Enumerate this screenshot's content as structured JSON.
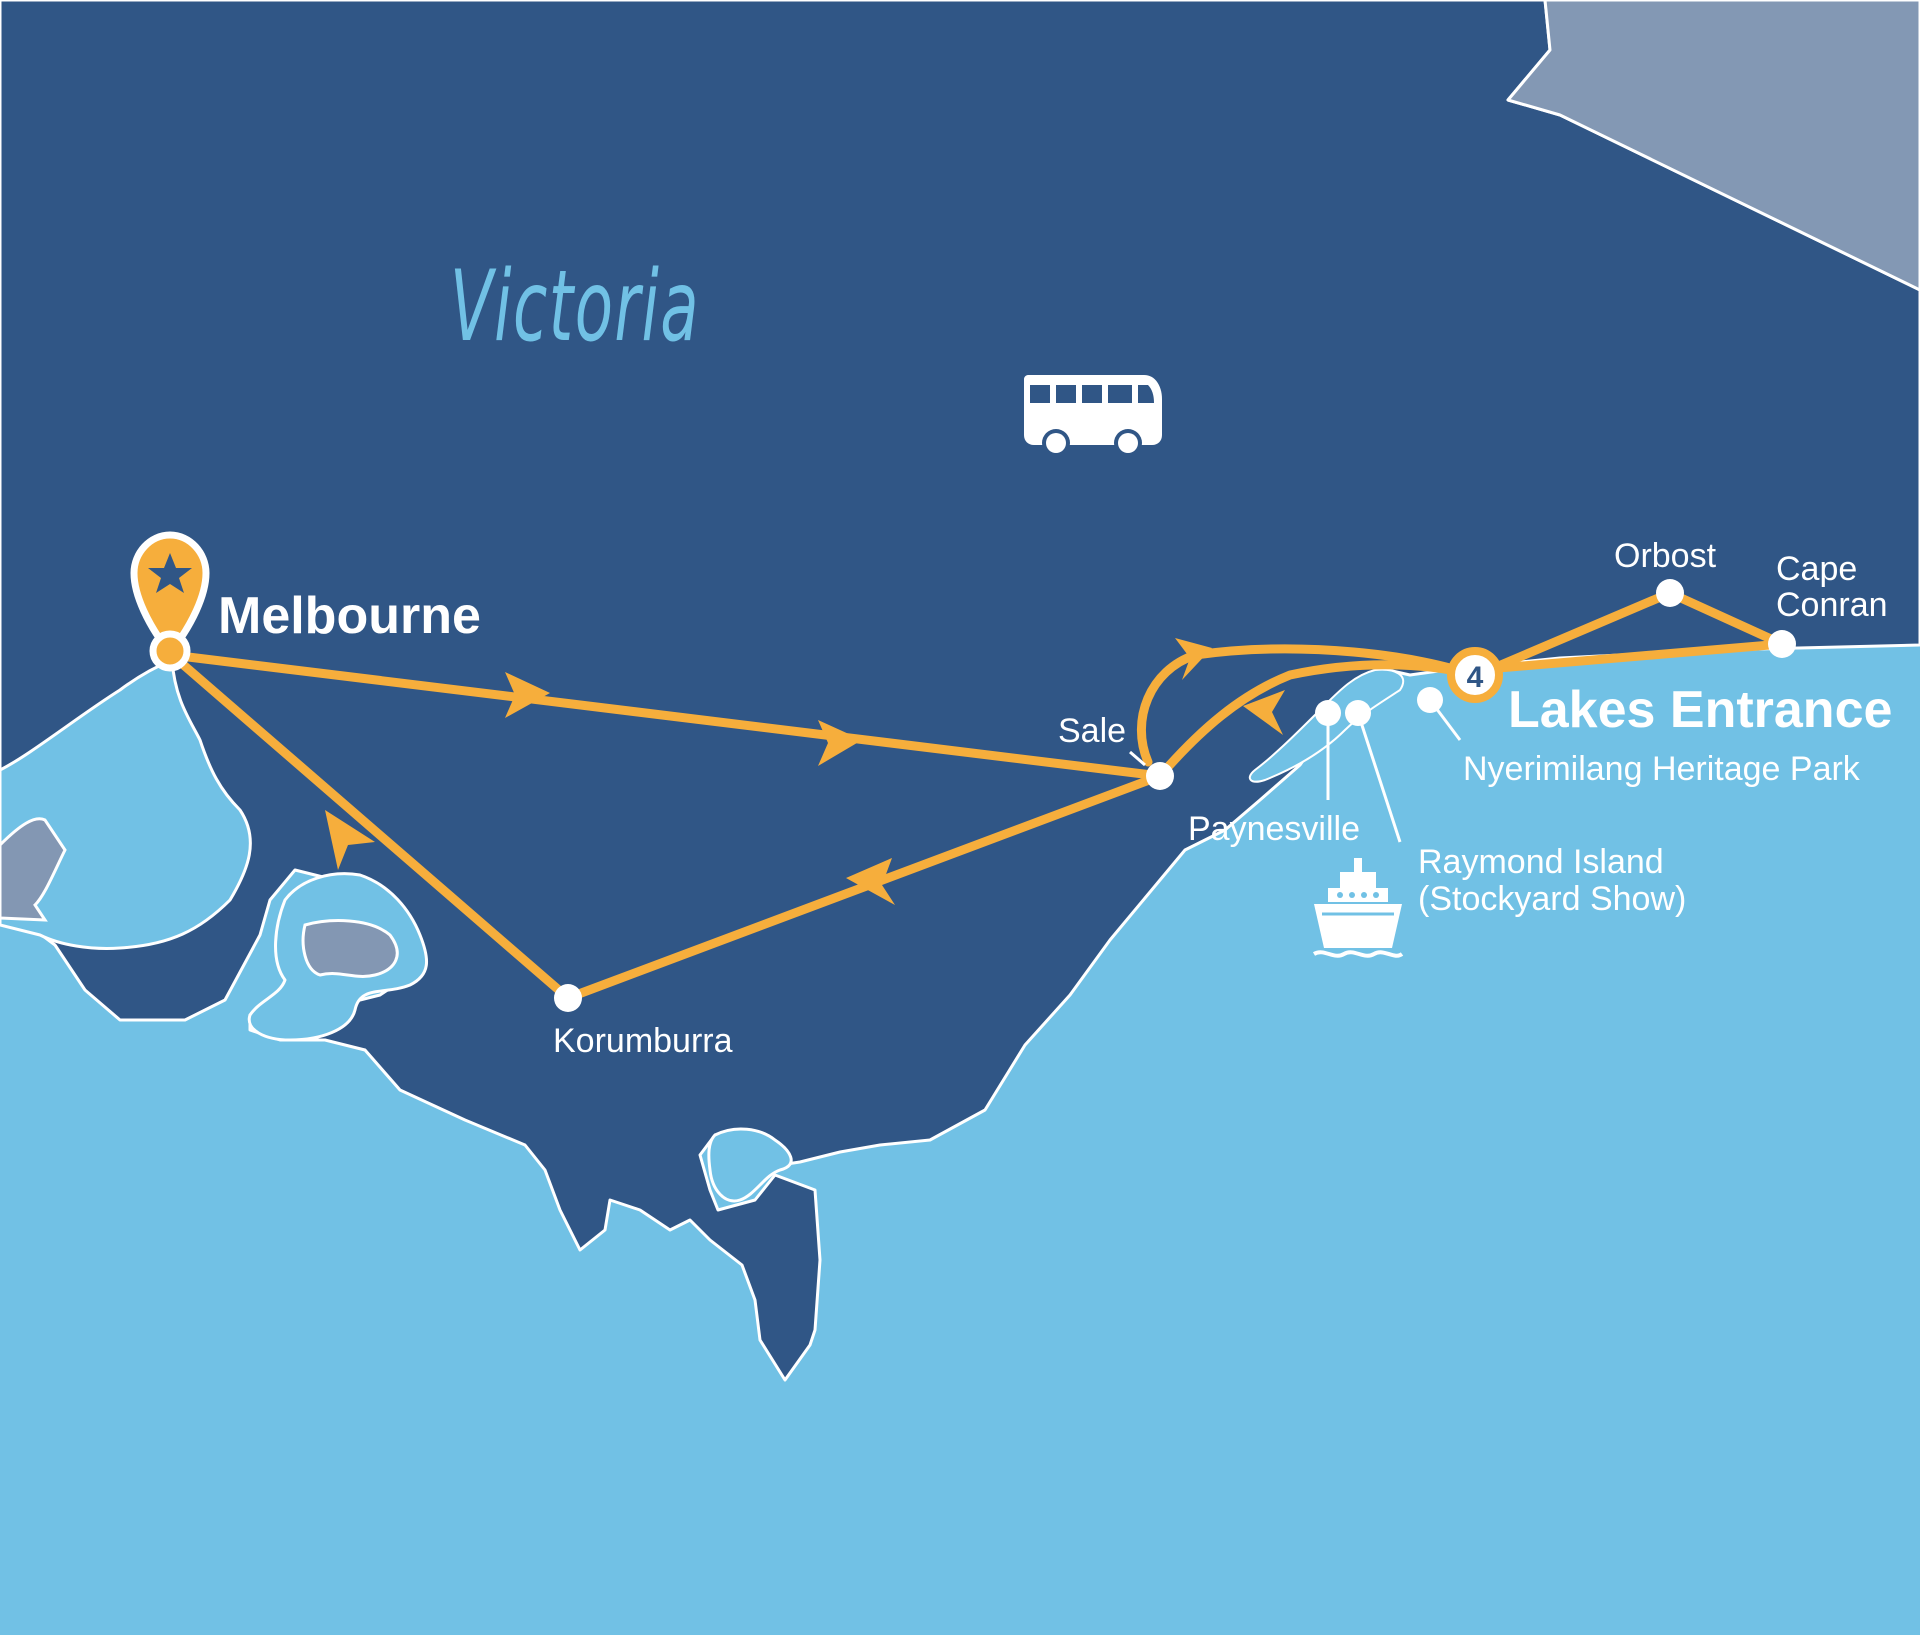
{
  "map": {
    "region_label": "Victoria",
    "colors": {
      "land": "#305686",
      "sea": "#71c1e5",
      "other_state": "#8398b4",
      "island": "#8397b3",
      "route": "#f6ae3c",
      "label": "#ffffff",
      "region_label": "#71c1e5"
    },
    "places": [
      {
        "id": "melbourne",
        "name": "Melbourne",
        "role": "start"
      },
      {
        "id": "sale",
        "name": "Sale"
      },
      {
        "id": "korumburra",
        "name": "Korumburra"
      },
      {
        "id": "paynesville",
        "name": "Paynesville"
      },
      {
        "id": "raymond-island",
        "name": "Raymond Island",
        "subname": "(Stockyard Show)"
      },
      {
        "id": "nyerimilang",
        "name": "Nyerimilang Heritage Park"
      },
      {
        "id": "lakes-entrance",
        "name": "Lakes Entrance",
        "nights": "4"
      },
      {
        "id": "orbost",
        "name": "Orbost"
      },
      {
        "id": "cape-conran",
        "name": "Cape",
        "subname": "Conran"
      }
    ],
    "icons": [
      "bus-icon",
      "ferry-icon",
      "star-pin-icon"
    ]
  }
}
